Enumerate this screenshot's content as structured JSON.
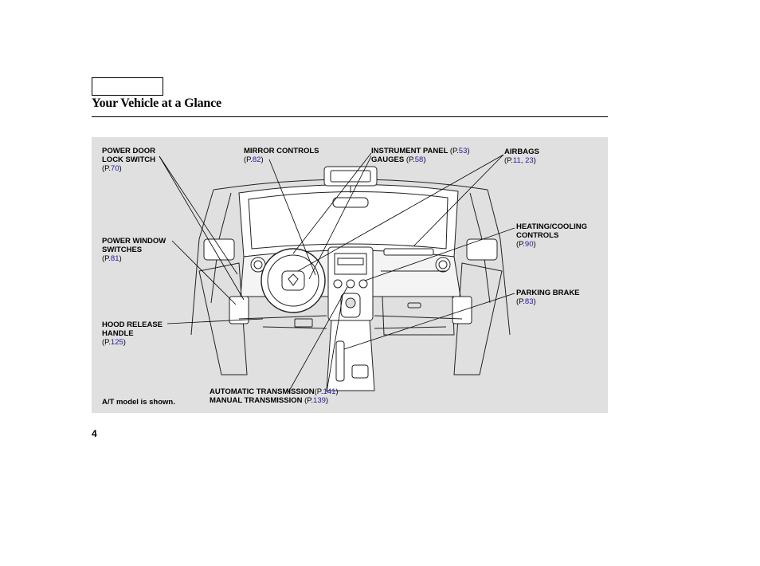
{
  "header": {
    "title": "Your Vehicle at a Glance"
  },
  "page_number": "4",
  "note": "A/T model is shown.",
  "callouts": {
    "power_door_lock": {
      "line1": "POWER DOOR",
      "line2": "LOCK SWITCH",
      "ref_prefix": "(P.",
      "ref_page": "70",
      "ref_suffix": ")"
    },
    "mirror_controls": {
      "line1": "MIRROR CONTROLS",
      "ref_prefix": "(P.",
      "ref_page": "82",
      "ref_suffix": ")"
    },
    "instrument_panel": {
      "line1": "INSTRUMENT PANEL",
      "ref_prefix": "(P.",
      "ref_page": "53",
      "ref_suffix": ")"
    },
    "gauges": {
      "line1": "GAUGES",
      "ref_prefix": "(P.",
      "ref_page": "58",
      "ref_suffix": ")"
    },
    "airbags": {
      "line1": "AIRBAGS",
      "ref_prefix": "(P.",
      "ref_page_a": "11",
      "ref_sep": ", ",
      "ref_page_b": "23",
      "ref_suffix": ")"
    },
    "heating_cooling": {
      "line1": "HEATING/COOLING",
      "line2": "CONTROLS",
      "ref_prefix": "(P.",
      "ref_page": "90",
      "ref_suffix": ")"
    },
    "power_window": {
      "line1": "POWER WINDOW",
      "line2": "SWITCHES",
      "ref_prefix": "(P.",
      "ref_page": "81",
      "ref_suffix": ")"
    },
    "parking_brake": {
      "line1": "PARKING BRAKE",
      "ref_prefix": "(P.",
      "ref_page": "83",
      "ref_suffix": ")"
    },
    "hood_release": {
      "line1": "HOOD RELEASE",
      "line2": "HANDLE",
      "ref_prefix": "(P.",
      "ref_page": "125",
      "ref_suffix": ")"
    },
    "automatic_transmission": {
      "line1": "AUTOMATIC TRANSMISSION",
      "ref_prefix": "(P.",
      "ref_page": "141",
      "ref_suffix": ")"
    },
    "manual_transmission": {
      "line1": "MANUAL TRANSMISSION",
      "ref_prefix": "(P.",
      "ref_page": "139",
      "ref_suffix": ")"
    }
  },
  "colors": {
    "link": "#1a1aa6",
    "panel": "#e0e0e0"
  }
}
